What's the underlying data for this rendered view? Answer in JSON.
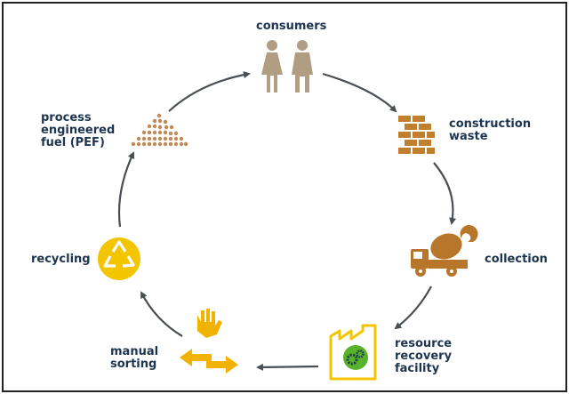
{
  "nodes": {
    "consumers": {
      "label": "consumers",
      "icon": "people-icon"
    },
    "construction_waste": {
      "label": "construction\nwaste",
      "icon": "brick-wall-icon"
    },
    "collection": {
      "label": "collection",
      "icon": "cement-truck-icon"
    },
    "resource_recovery": {
      "label": "resource\nrecovery\nfacility",
      "icon": "factory-gear-icon"
    },
    "manual_sorting": {
      "label": "manual\nsorting",
      "icon": "hand-arrows-icon"
    },
    "recycling": {
      "label": "recycling",
      "icon": "recycle-icon"
    },
    "pef": {
      "label": "process\nengineered\nfuel (PEF)",
      "icon": "pellet-pile-icon"
    }
  },
  "colors": {
    "label_text": "#1d3550",
    "people": "#b19d82",
    "brick": "#bf7f2f",
    "truck": "#b8762b",
    "factory": "#f2c500",
    "gear_bg": "#58b32b",
    "sorting": "#f2b200",
    "recycle": "#f2c500",
    "pellets": "#c08a55",
    "arrow": "#4a4f55",
    "frame": "#222222"
  }
}
